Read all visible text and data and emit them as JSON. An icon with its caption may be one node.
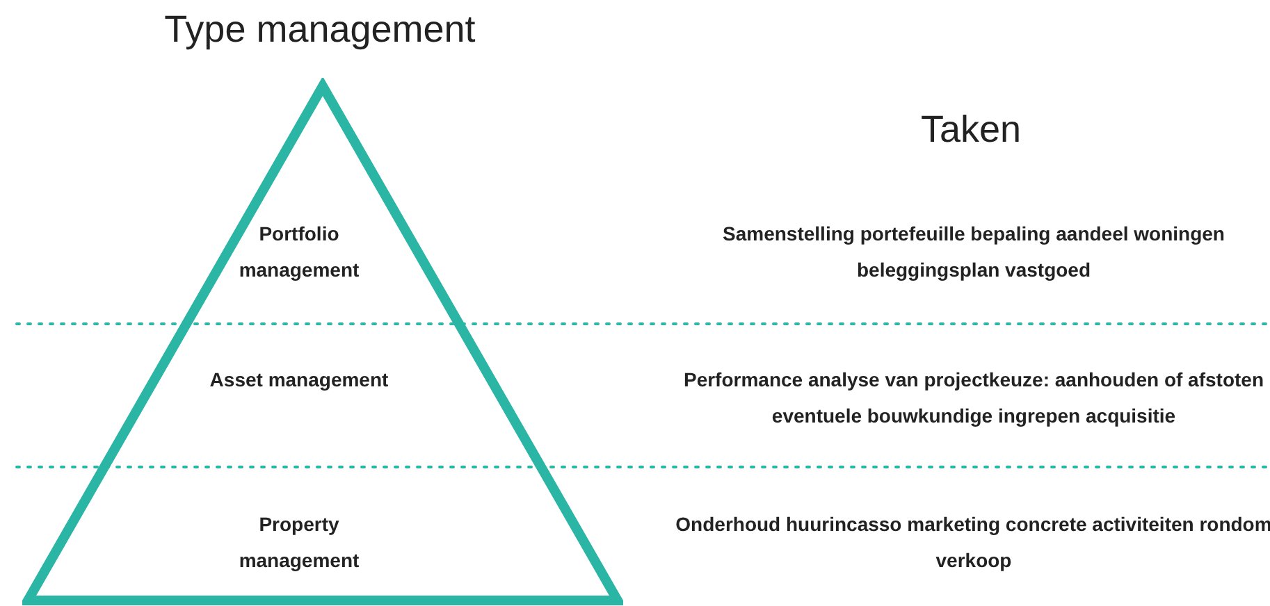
{
  "diagram": {
    "title": "Type management",
    "nodes": [
      {
        "text": [
          "Portfolio management",
          "Asset management",
          "Property management"
        ]
      }
    ],
    "labels": [
      "Taken",
      "Samenstelling portefeuille bepaling aandeel woningen beleggingsplan vastgoed",
      "Performance analyse van projectkeuze: aanhouden of afstoten eventuele bouwkundige ingrepen acquisitie",
      "Onderhoud huurincasso marketing concrete activiteiten rondom verkoop"
    ]
  }
}
